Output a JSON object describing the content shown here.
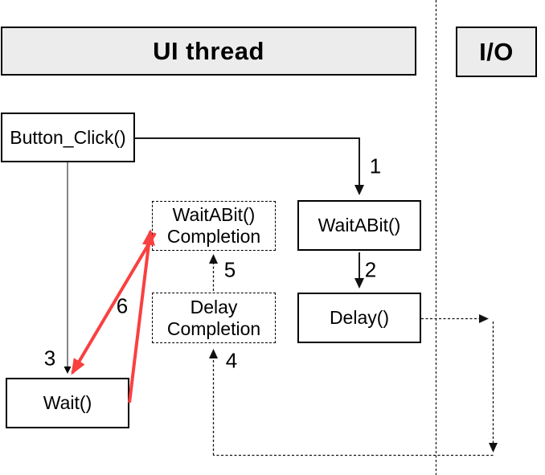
{
  "lanes": {
    "ui_thread": {
      "label": "UI thread"
    },
    "io": {
      "label": "I/O"
    }
  },
  "boxes": {
    "button_click": {
      "label": "Button_Click()"
    },
    "waitabit": {
      "label": "WaitABit()"
    },
    "delay": {
      "label": "Delay()"
    },
    "wait": {
      "label": "Wait()"
    },
    "waitabit_completion": {
      "line1": "WaitABit()",
      "line2": "Completion"
    },
    "delay_completion": {
      "line1": "Delay",
      "line2": "Completion"
    }
  },
  "steps": {
    "s1": "1",
    "s2": "2",
    "s3": "3",
    "s4": "4",
    "s5": "5",
    "s6": "6"
  },
  "colors": {
    "highlight_red": "#f94040",
    "lane_header_fill": "#ececec",
    "line_black": "#1a1a1a",
    "line_gray": "#5e5e5e"
  }
}
